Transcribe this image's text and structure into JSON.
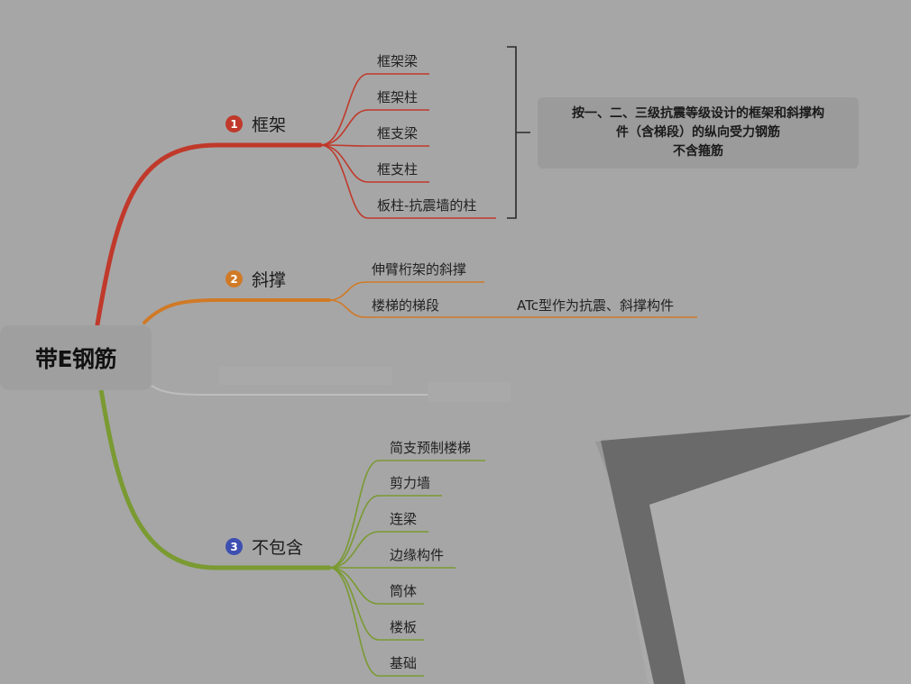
{
  "root": {
    "label": "带E钢筋"
  },
  "branches": [
    {
      "number": "1",
      "label": "框架",
      "color": "#c0392b",
      "leaves": [
        "框架梁",
        "框架柱",
        "框支梁",
        "框支柱",
        "板柱-抗震墙的柱"
      ]
    },
    {
      "number": "2",
      "label": "斜撑",
      "color": "#d07a26",
      "leaves": [
        "伸臂桁架的斜撑",
        "楼梯的梯段"
      ]
    },
    {
      "number": "3",
      "label": "不包含",
      "color": "#7a9a32",
      "leaves": [
        "简支预制楼梯",
        "剪力墙",
        "连梁",
        "边缘构件",
        "筒体",
        "楼板",
        "基础"
      ]
    }
  ],
  "note": {
    "lines": [
      "按一、二、三级抗震等级设计的框架和斜撑构",
      "件（含梯段）的纵向受力钢筋",
      "不含箍筋"
    ]
  },
  "sub_leaf": {
    "label": "ATc型作为抗震、斜撑构件",
    "color": "#d07a26"
  },
  "colors": {
    "background": "#a6a6a6",
    "frame_branch": "#c0392b",
    "brace_branch": "#d07a26",
    "exclude_branch": "#7a9a32",
    "num_badge_3": "#3d4fb0",
    "bracket": "#2a2a2a"
  }
}
